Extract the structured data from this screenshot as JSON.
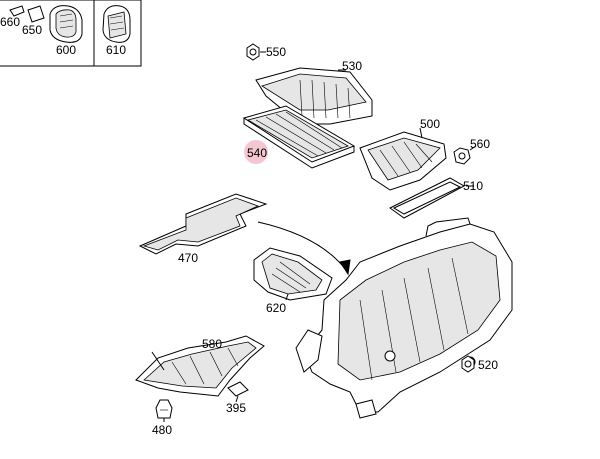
{
  "diagram": {
    "callouts": [
      {
        "id": "c660",
        "label": "660"
      },
      {
        "id": "c650",
        "label": "650"
      },
      {
        "id": "c600",
        "label": "600"
      },
      {
        "id": "c610",
        "label": "610"
      },
      {
        "id": "c550",
        "label": "550"
      },
      {
        "id": "c530",
        "label": "530"
      },
      {
        "id": "c540",
        "label": "540",
        "highlighted": true
      },
      {
        "id": "c500",
        "label": "500"
      },
      {
        "id": "c560",
        "label": "560"
      },
      {
        "id": "c510",
        "label": "510"
      },
      {
        "id": "c470",
        "label": "470"
      },
      {
        "id": "c620",
        "label": "620"
      },
      {
        "id": "c580",
        "label": "580"
      },
      {
        "id": "c520",
        "label": "520"
      },
      {
        "id": "c395",
        "label": "395"
      },
      {
        "id": "c480",
        "label": "480"
      }
    ],
    "highlight_color": "#f4c6cf"
  }
}
